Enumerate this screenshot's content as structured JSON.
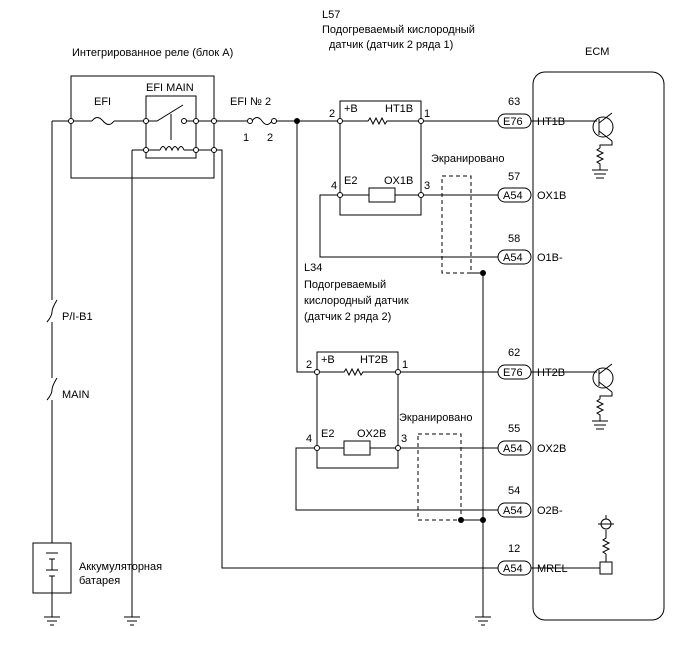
{
  "relay": {
    "title": "Интегрированное реле (блок А)",
    "efi": "EFI",
    "efi_main": "EFI MAIN"
  },
  "fuses": {
    "efi_no2": "EFI № 2",
    "efi_no2_pin1": "1",
    "efi_no2_pin2": "2",
    "pib1": "P/I-B1",
    "main": "MAIN"
  },
  "sensor1": {
    "code": "L57",
    "line1": "Подогреваемый кислородный",
    "line2": "датчик (датчик 2 ряда 1)",
    "b": "+B",
    "heater": "HT1B",
    "e2": "E2",
    "sensor": "OX1B",
    "pin2": "2",
    "pin1": "1",
    "pin4": "4",
    "pin3": "3"
  },
  "sensor2": {
    "code": "L34",
    "line1": "Подогреваемый",
    "line2": "кислородный датчик",
    "line3": "(датчик 2 ряда 2)",
    "b": "+B",
    "heater": "HT2B",
    "e2": "E2",
    "sensor": "OX2B",
    "pin2": "2",
    "pin1": "1",
    "pin4": "4",
    "pin3": "3"
  },
  "shield": {
    "label1": "Экранировано",
    "label2": "Экранировано"
  },
  "ecm": {
    "title": "ECM",
    "pins": [
      {
        "num": "63",
        "conn": "E76",
        "sig": "HT1B"
      },
      {
        "num": "57",
        "conn": "A54",
        "sig": "OX1B"
      },
      {
        "num": "58",
        "conn": "A54",
        "sig": "O1B-"
      },
      {
        "num": "62",
        "conn": "E76",
        "sig": "HT2B"
      },
      {
        "num": "55",
        "conn": "A54",
        "sig": "OX2B"
      },
      {
        "num": "54",
        "conn": "A54",
        "sig": "O2B-"
      },
      {
        "num": "12",
        "conn": "A54",
        "sig": "MREL"
      }
    ]
  },
  "battery": {
    "line1": "Аккумуляторная",
    "line2": "батарея"
  }
}
